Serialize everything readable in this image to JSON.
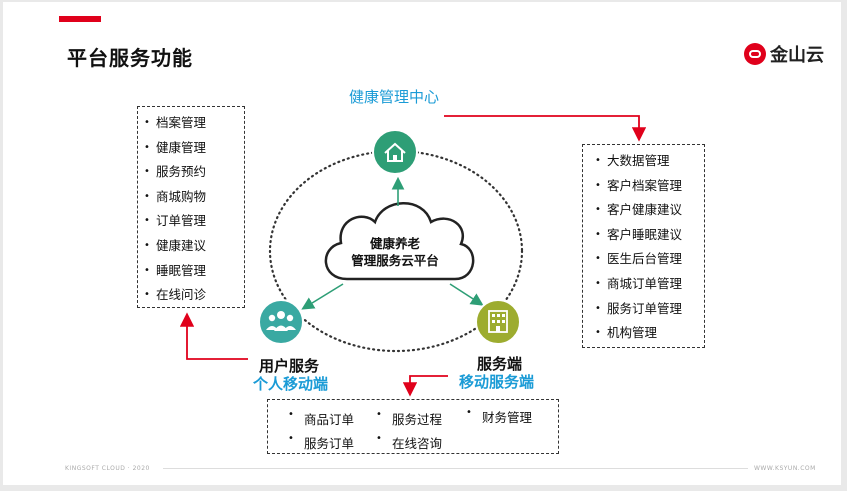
{
  "page": {
    "title": "平台服务功能"
  },
  "brand": {
    "logo_text": "金山云",
    "accent": "#e0001b"
  },
  "center": {
    "label": "健康管理中心",
    "cloud_lines": [
      "健康养老",
      "管理服务云平台"
    ]
  },
  "user_node": {
    "label_main": "用户服务",
    "label_sub": "个人移动端"
  },
  "service_node": {
    "label_main": "服务端",
    "label_sub": "移动服务端"
  },
  "left_list": [
    "档案管理",
    "健康管理",
    "服务预约",
    "商城购物",
    "订单管理",
    "健康建议",
    "睡眠管理",
    "在线问诊"
  ],
  "right_list": [
    "大数据管理",
    "客户档案管理",
    "客户健康建议",
    "客户睡眠建议",
    "医生后台管理",
    "商城订单管理",
    "服务订单管理",
    "机构管理"
  ],
  "bottom_list": {
    "row1": [
      "商品订单",
      "服务过程",
      "财务管理"
    ],
    "row2": [
      "服务订单",
      "在线咨询"
    ]
  },
  "footer": {
    "left": "KINGSOFT CLOUD · 2020",
    "right": "WWW.KSYUN.COM"
  },
  "colors": {
    "house": "#2e9e76",
    "users": "#3aa9a2",
    "building": "#9dac2f",
    "arrow_red": "#e0001b",
    "arrow_green": "#2e9e76",
    "blue_text": "#1a9bd6"
  },
  "icons": [
    "house-icon",
    "users-icon",
    "building-icon"
  ]
}
